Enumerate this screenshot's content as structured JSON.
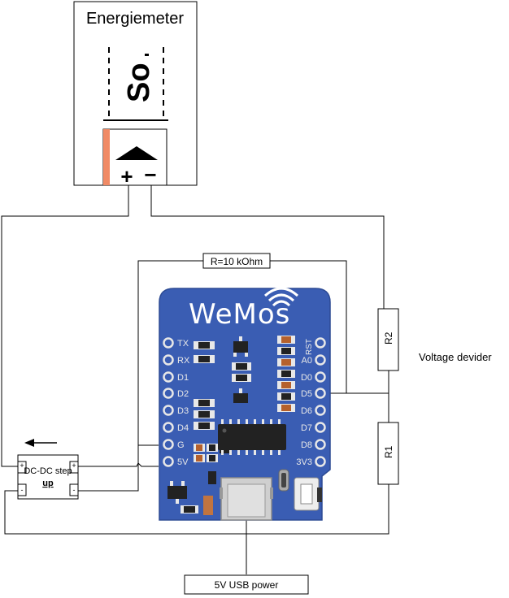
{
  "meter": {
    "title": "Energiemeter",
    "so_label": "So",
    "plus_sign": "+",
    "minus_sign": "−"
  },
  "resistor_top": {
    "label": "R=10 kOhm"
  },
  "resistor_r2": {
    "label": "R2"
  },
  "resistor_r1": {
    "label": "R1"
  },
  "voltage_divider_label": "Voltage devider",
  "dcdc": {
    "label_line1": "DC-DC step",
    "label_line2": "up",
    "plus_left": "+",
    "plus_right": "+",
    "minus_left": "-",
    "minus_right": "-"
  },
  "usb_power_label": "5V USB power",
  "wemos": {
    "logo": "WeMos",
    "left_pins": [
      "TX",
      "RX",
      "D1",
      "D2",
      "D3",
      "D4",
      "G",
      "5V"
    ],
    "right_pins": [
      "RST",
      "A0",
      "D0",
      "D5",
      "D6",
      "D7",
      "D8",
      "3V3"
    ]
  },
  "colors": {
    "board": "#3a5db3",
    "board_edge": "#2c4a94",
    "pin_ring": "#e7e7e7",
    "wire": "#000000",
    "meter_stripe": "#f08a65"
  }
}
